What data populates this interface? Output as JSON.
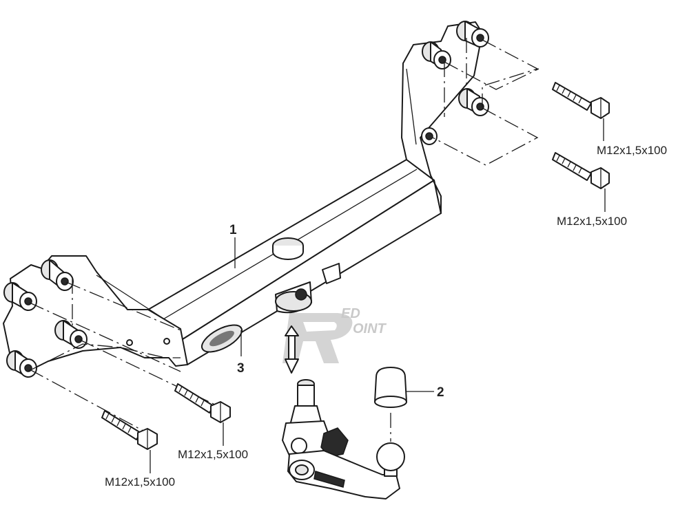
{
  "callouts": {
    "part_1": "1",
    "part_2": "2",
    "part_3": "3"
  },
  "bolts": {
    "right_upper": "M12x1,5x100",
    "right_lower": "M12x1,5x100",
    "left_inner": "M12x1,5x100",
    "left_outer": "M12x1,5x100"
  },
  "watermark": {
    "line1": "ED",
    "line2": "OINT"
  },
  "colors": {
    "line": "#1a1a1a",
    "fill_light": "#e6e6e6",
    "watermark": "#c9c9c9"
  }
}
